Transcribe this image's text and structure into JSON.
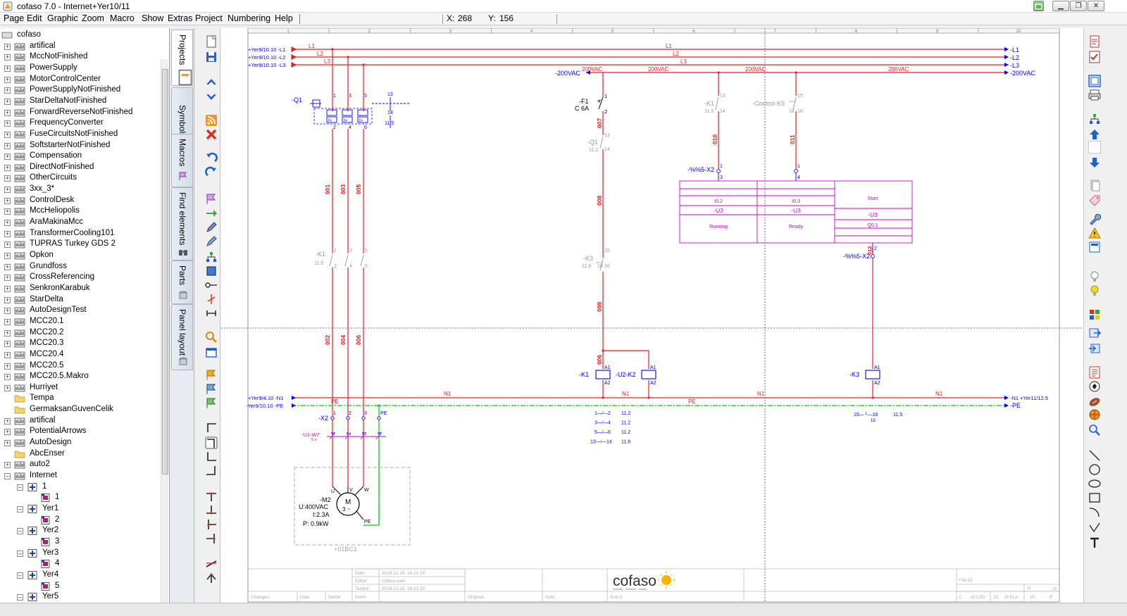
{
  "window": {
    "title": "cofaso 7.0 - Internet+Yer10/11",
    "minimize": "▁",
    "maximize": "❐",
    "close": "✕"
  },
  "menu": {
    "items": [
      "Page",
      "Edit",
      "Graphic",
      "Zoom",
      "Macro",
      "Show",
      "Extras",
      "Project",
      "Numbering",
      "Help"
    ],
    "x_label": "X:",
    "x_value": "268",
    "y_label": "Y:",
    "y_value": "156"
  },
  "tree": {
    "root": "cofaso",
    "projects": [
      "artifical",
      "MccNotFinished",
      "PowerSupply",
      "MotorControlCenter",
      "PowerSupplyNotFinished",
      "StarDeltaNotFinished",
      "ForwardReverseNotFinished",
      "FrequencyConverter",
      "FuseCircuitsNotFinished",
      "SoftstarterNotFinished",
      "Compensation",
      "DirectNotFinished",
      "OtherCircuits",
      "3xx_3*",
      "ControlDesk",
      "MccHeliopolis",
      "AraMakinaMcc",
      "TransformerCooling101",
      "TUPRAS Turkey GDS 2",
      "Opkon",
      "Grundfoss",
      "CrossReferencing",
      "SenkronKarabuk",
      "StarDelta",
      "AutoDesignTest",
      "MCC20.1",
      "MCC20.2",
      "MCC20.3",
      "MCC20.4",
      "MCC20.5",
      "MCC20.5.Makro",
      "Hurriyet",
      "Tempa",
      "GermaksanGuvenCelik",
      "artifical",
      "PotentialArrows",
      "AutoDesign",
      "AbcEnser",
      "auto2",
      "Internet"
    ],
    "folder_items": [
      "Tempa",
      "GermaksanGuvenCelik",
      "AbcEnser"
    ],
    "internet_children": [
      {
        "label": "1",
        "page": "1"
      },
      {
        "label": "Yer1",
        "page": "2"
      },
      {
        "label": "Yer2",
        "page": "3"
      },
      {
        "label": "Yer3",
        "page": "4"
      },
      {
        "label": "Yer4",
        "page": "5"
      },
      {
        "label": "Yer5",
        "page": ""
      }
    ]
  },
  "side_tabs": [
    "Projects",
    "Symbols",
    "Macros",
    "Find elements",
    "Parts",
    "Panel layout"
  ],
  "icons": {
    "toolbar": [
      "new-page-icon",
      "save-icon",
      "page-up-icon",
      "page-down-icon",
      "rss-icon",
      "delete-icon",
      "undo-icon",
      "redo-icon",
      "flag-icon",
      "arrow-right-icon",
      "pen-icon",
      "pencil-icon",
      "network-icon",
      "select-box-icon",
      "connector-icon",
      "cross-icon",
      "measure-icon",
      "zoom-icon",
      "window-icon",
      "flag-orange-icon",
      "flag-blue-icon",
      "flag-green-icon",
      "corner-tl-icon",
      "corner-tr-icon",
      "corner-bl-icon",
      "corner-br-icon",
      "tee-down-icon",
      "tee-up-icon",
      "tee-right-icon",
      "tee-left-icon",
      "jumper-icon",
      "junction-icon"
    ],
    "right": [
      "document-icon",
      "checklist-icon",
      "layout-icon",
      "print-icon",
      "network-icon",
      "upload-icon",
      "blank-icon",
      "download-icon",
      "copy-icon",
      "tag-icon",
      "wrench-icon",
      "warning-icon",
      "panel-icon",
      "bulb-icon",
      "bulb-on-icon",
      "grid-icon",
      "export-icon",
      "import-icon",
      "list-icon",
      "ball-icon",
      "football-icon",
      "basketball-icon",
      "magnifier-icon",
      "line-tool-icon",
      "circle-tool-icon",
      "ellipse-tool-icon",
      "rectangle-tool-icon",
      "arc-tool-icon",
      "polyline-tool-icon",
      "text-tool-icon"
    ]
  },
  "colors": {
    "power": "#ee1c25",
    "control": "#0000ff",
    "plc": "#cc00cc",
    "earth": "#00cc00",
    "frame": "#a0a0a0"
  },
  "schematic": {
    "columns": [
      "1",
      "2",
      "3",
      "4",
      "5",
      "6",
      "7",
      "8",
      "9",
      "10"
    ],
    "rails": {
      "l1_src": "+Yer9/10.10 -L1",
      "l2_src": "+Yer9/10.10 -L2",
      "l3_src": "+Yer9/10.10 -L3",
      "l1": "L1",
      "l2": "L2",
      "l3": "L3",
      "l1_dst": "-L1",
      "l2_dst": "-L2",
      "l3_dst": "-L3",
      "vac_src": "-200VAC",
      "vac_dst": "-200VAC",
      "vac": "200VAC",
      "n1_src": "+Yer9/4.10 -N1",
      "pe_src": "-Yer9/10.10 -PE",
      "n1": "N1",
      "pe": "PE",
      "n1_dst": "-N1 +Yer11/12.5",
      "pe_dst": "-PE"
    },
    "q1": {
      "tag": "-Q1",
      "t1": "1",
      "t3": "3",
      "t5": "5",
      "t13": "13",
      "t2": "2",
      "t4": "4",
      "t6": "6",
      "t14": "14",
      "ref": "11.5",
      "trip": "I>"
    },
    "f1": {
      "tag": "-F1",
      "rating": "C 6A",
      "t1": "1",
      "t2": "2"
    },
    "q1aux": {
      "tag": "-Q1",
      "ref": "11.2",
      "t13": "13",
      "t14": "14"
    },
    "k1main": {
      "tag": "-K1",
      "ref": "11.5",
      "t1": "1",
      "t3": "3",
      "t5": "5",
      "t2": "2",
      "t4": "4",
      "t6": "6"
    },
    "k1aux": {
      "tag": "-K1",
      "ref": "11.5",
      "t13": "13",
      "t14": "14"
    },
    "k5": {
      "tag": "-Control-K5",
      "t15": "15",
      "t16": "16",
      "t18": "18"
    },
    "k3aux": {
      "tag": "-K3",
      "ref": "11.8",
      "t15": "15",
      "t16": "16",
      "t18": "18"
    },
    "wires": {
      "w001": "001",
      "w003": "003",
      "w005": "005",
      "w002": "002",
      "w004": "004",
      "w006": "006",
      "w007": "007",
      "w008": "008",
      "w009": "009",
      "w010": "010",
      "w011": "011",
      "w012": "012",
      "w006b": "006"
    },
    "x2top": {
      "tag": "-%%5-X2",
      "t1a": "1",
      "t3a": "3",
      "t1b": "1",
      "t4b": "4"
    },
    "x2bot": {
      "tag": "-%%5-X2",
      "t2": "2",
      "t1": "1"
    },
    "plc": {
      "addr1": "I0.2",
      "addr2": "I0.3",
      "addr3": "Q0.1",
      "dev1": "-U3",
      "dev2": "-U3",
      "dev3": "-U3",
      "txt1": "Running",
      "txt2": "Ready",
      "txt3": "Start"
    },
    "k1coil": {
      "tag": "-K1",
      "a1": "A1",
      "a2": "A2"
    },
    "k2coil": {
      "tag": "-U2-K2",
      "a1": "A1",
      "a2": "A2"
    },
    "k3coil": {
      "tag": "-K3",
      "a1": "A1",
      "a2": "A2"
    },
    "k1xref": [
      {
        "c": "1—⁄—2",
        "r": "11.2"
      },
      {
        "c": "3—⁄—4",
        "r": "11.2"
      },
      {
        "c": "5—⁄—6",
        "r": "11.2"
      },
      {
        "c": "13—⁄—14",
        "r": "11.6"
      }
    ],
    "k3xref": {
      "c": "15—└—16",
      "c2": "18",
      "r": "11.5"
    },
    "x2motor": {
      "tag": "-X2",
      "t1": "1",
      "t2": "2",
      "t3": "3",
      "pe": "PE",
      "b4": "4",
      "b2": "2",
      "b3": "3",
      "b1": "4"
    },
    "cable": {
      "tag": "-U1-W7",
      "spec": "5 x"
    },
    "motor": {
      "tag": "-M2",
      "symbol": "M",
      "phase": "3 ~",
      "voltage": "U:400VAC",
      "current": "I:2.3A",
      "power": "P: 0.9kW",
      "u": "U",
      "v": "V",
      "w": "W",
      "pe": "PE",
      "location": "+01BC1"
    },
    "titleblock": {
      "date_lbl": "Date",
      "date_val": "2016.12.19. 16:21:20",
      "editor_lbl": "Editor",
      "editor_val": "cofaso user",
      "tested_lbl": "Tested",
      "tested_val": "2016.12.19. 16:21:20",
      "changes": "Changes",
      "date2": "Date",
      "name": "Name",
      "norm": "Norm",
      "original": "Original",
      "subf": "Sub/.",
      "subb": "Sub.b.",
      "logo": "cofaso",
      "logo_tag": "usability · flexibility · quality",
      "location": "+Yer10",
      "page": "11",
      "of": "1",
      "lod": "of LOD",
      "pg15": "15",
      "ofkla": "of KLA",
      "p": "P."
    }
  }
}
